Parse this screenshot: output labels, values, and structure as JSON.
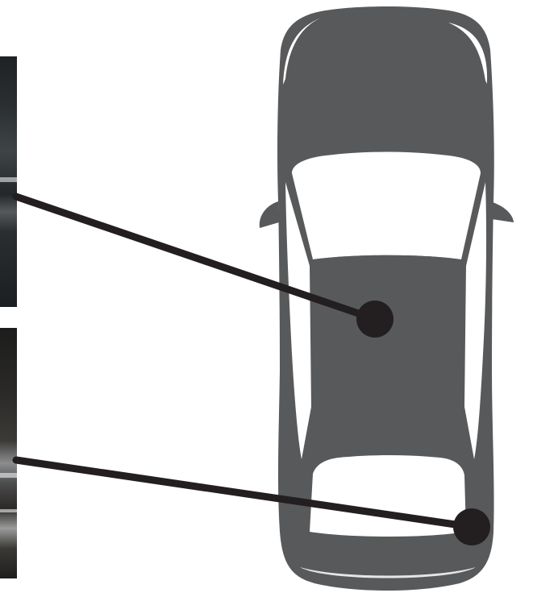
{
  "diagram": {
    "car_color": "#58595b",
    "window_color": "#ffffff",
    "callout_color": "#231f20",
    "background_color": "#ffffff",
    "photo_thumbnails": [
      {
        "name": "camera-photo-top"
      },
      {
        "name": "camera-photo-bottom"
      }
    ],
    "callouts": [
      {
        "name": "callout-roof",
        "target": "roof"
      },
      {
        "name": "callout-rear-corner",
        "target": "rear-trunk-corner"
      }
    ]
  }
}
